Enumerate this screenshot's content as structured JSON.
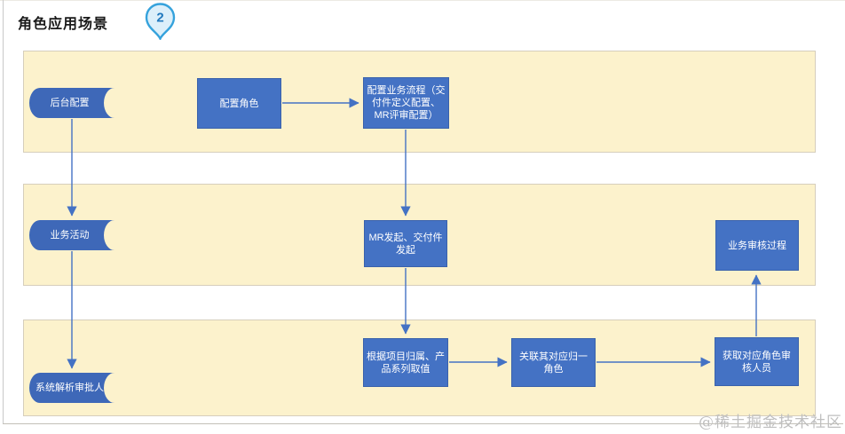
{
  "page": {
    "title": "角色应用场景",
    "step_badge": "2",
    "watermark": "@稀土掘金技术社区"
  },
  "colors": {
    "lane_fill": "#FCF2CC",
    "lane_border": "#D6CEBC",
    "process_fill": "#4472C4",
    "stored_fill": "#3E68B8",
    "connector": "#4472C4",
    "badge_fill": "#DCEFFA",
    "badge_border": "#35A2DC",
    "badge_text": "#2078BE",
    "node_text": "#FFFFFF"
  },
  "nodes": {
    "backend_config": {
      "label": "后台配置",
      "shape": "stored-data"
    },
    "config_role": {
      "label": "配置角色",
      "shape": "process"
    },
    "config_flow": {
      "label": "配置业务流程（交付件定义配置、MR评审配置）",
      "shape": "process"
    },
    "biz_activity": {
      "label": "业务活动",
      "shape": "stored-data"
    },
    "mr_initiate": {
      "label": "MR发起、交付件发起",
      "shape": "process"
    },
    "biz_review": {
      "label": "业务审核过程",
      "shape": "process"
    },
    "sys_resolve": {
      "label": "系统解析审批人",
      "shape": "stored-data"
    },
    "get_value": {
      "label": "根据项目归属、产品系列取值",
      "shape": "process"
    },
    "map_role": {
      "label": "关联其对应归一角色",
      "shape": "process"
    },
    "get_approver": {
      "label": "获取对应角色审核人员",
      "shape": "process"
    }
  },
  "edges": [
    {
      "from": "backend_config",
      "to": "biz_activity"
    },
    {
      "from": "config_role",
      "to": "config_flow"
    },
    {
      "from": "config_flow",
      "to": "mr_initiate"
    },
    {
      "from": "biz_activity",
      "to": "sys_resolve"
    },
    {
      "from": "mr_initiate",
      "to": "get_value"
    },
    {
      "from": "get_value",
      "to": "map_role"
    },
    {
      "from": "map_role",
      "to": "get_approver"
    },
    {
      "from": "get_approver",
      "to": "biz_review"
    }
  ]
}
